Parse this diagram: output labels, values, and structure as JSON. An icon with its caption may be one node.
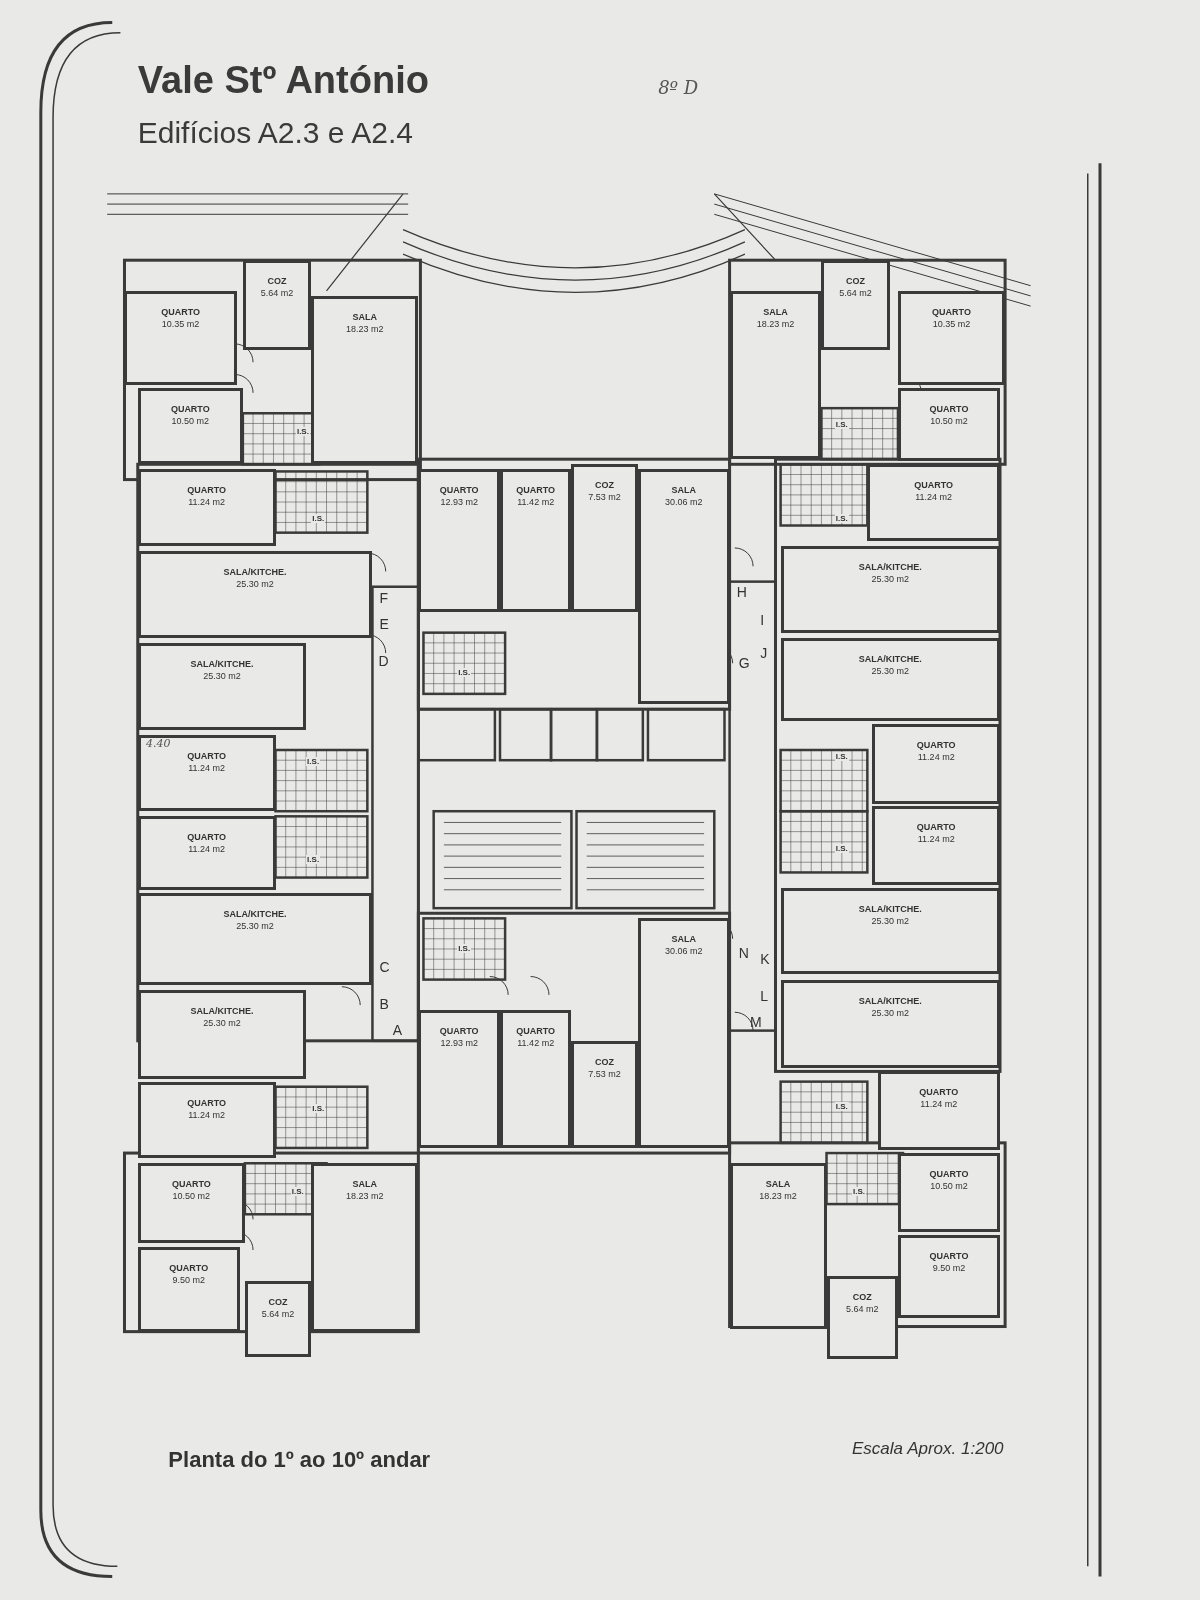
{
  "diagram": {
    "title": "Vale Stº António",
    "caption": "Planta do 1º ao 10º andar",
    "nodes": [
      {
        "text": [
          "QUARTO",
          "10.35 m2"
        ]
      },
      {
        "text": [
          "COZ",
          "5.64 m2"
        ]
      },
      {
        "text": [
          "SALA",
          "18.23 m2"
        ]
      },
      {
        "text": [
          "QUARTO",
          "10.50 m2"
        ]
      },
      {
        "text": [
          "QUARTO",
          "11.24 m2"
        ]
      },
      {
        "text": [
          "SALA/KITCHE.",
          "25.30 m2"
        ]
      },
      {
        "text": [
          "SALA/KITCHE.",
          "25.30 m2"
        ]
      },
      {
        "text": [
          "QUARTO",
          "11.24 m2"
        ]
      },
      {
        "text": [
          "QUARTO",
          "11.24 m2"
        ]
      },
      {
        "text": [
          "SALA/KITCHE.",
          "25.30 m2"
        ]
      },
      {
        "text": [
          "SALA/KITCHE.",
          "25.30 m2"
        ]
      },
      {
        "text": [
          "QUARTO",
          "11.24 m2"
        ]
      },
      {
        "text": [
          "QUARTO",
          "10.50 m2"
        ]
      },
      {
        "text": [
          "QUARTO",
          "9.50 m2"
        ]
      },
      {
        "text": [
          "COZ",
          "5.64 m2"
        ]
      },
      {
        "text": [
          "SALA",
          "18.23 m2"
        ]
      },
      {
        "text": [
          "QUARTO",
          "12.93 m2"
        ]
      },
      {
        "text": [
          "QUARTO",
          "11.42 m2"
        ]
      },
      {
        "text": [
          "COZ",
          "7.53 m2"
        ]
      },
      {
        "text": [
          "SALA",
          "30.06 m2"
        ]
      },
      {
        "text": [
          "QUARTO",
          "12.93 m2"
        ]
      },
      {
        "text": [
          "QUARTO",
          "11.42 m2"
        ]
      },
      {
        "text": [
          "COZ",
          "7.53 m2"
        ]
      },
      {
        "text": [
          "SALA",
          "30.06 m2"
        ]
      },
      {
        "text": [
          "SALA",
          "18.23 m2"
        ]
      },
      {
        "text": [
          "COZ",
          "5.64 m2"
        ]
      },
      {
        "text": [
          "QUARTO",
          "10.35 m2"
        ]
      },
      {
        "text": [
          "QUARTO",
          "10.50 m2"
        ]
      },
      {
        "text": [
          "QUARTO",
          "11.24 m2"
        ]
      },
      {
        "text": [
          "SALA/KITCHE.",
          "25.30 m2"
        ]
      },
      {
        "text": [
          "SALA/KITCHE.",
          "25.30 m2"
        ]
      },
      {
        "text": [
          "QUARTO",
          "11.24 m2"
        ]
      },
      {
        "text": [
          "QUARTO",
          "11.24 m2"
        ]
      },
      {
        "text": [
          "SALA/KITCHE.",
          "25.30 m2"
        ]
      },
      {
        "text": [
          "SALA/KITCHE.",
          "25.30 m2"
        ]
      },
      {
        "text": [
          "QUARTO",
          "11.24 m2"
        ]
      },
      {
        "text": [
          "QUARTO",
          "10.50 m2"
        ]
      },
      {
        "text": [
          "QUARTO",
          "9.50 m2"
        ]
      },
      {
        "text": [
          "SALA",
          "18.23 m2"
        ]
      },
      {
        "text": [
          "COZ",
          "5.64 m2"
        ]
      }
    ],
    "labels": [
      "Edifícios A2.3 e A2.4",
      "8º D",
      "F",
      "E",
      "D",
      "C",
      "B",
      "A",
      "H",
      "I",
      "J",
      "G",
      "N",
      "K",
      "L",
      "M",
      "4.40",
      "I.S.",
      "I.S.",
      "I.S.",
      "I.S.",
      "I.S.",
      "I.S.",
      "I.S.",
      "I.S.",
      "I.S.",
      "I.S.",
      "I.S.",
      "I.S.",
      "I.S.",
      "I.S.",
      "Escala Aprox.  1:200"
    ]
  }
}
